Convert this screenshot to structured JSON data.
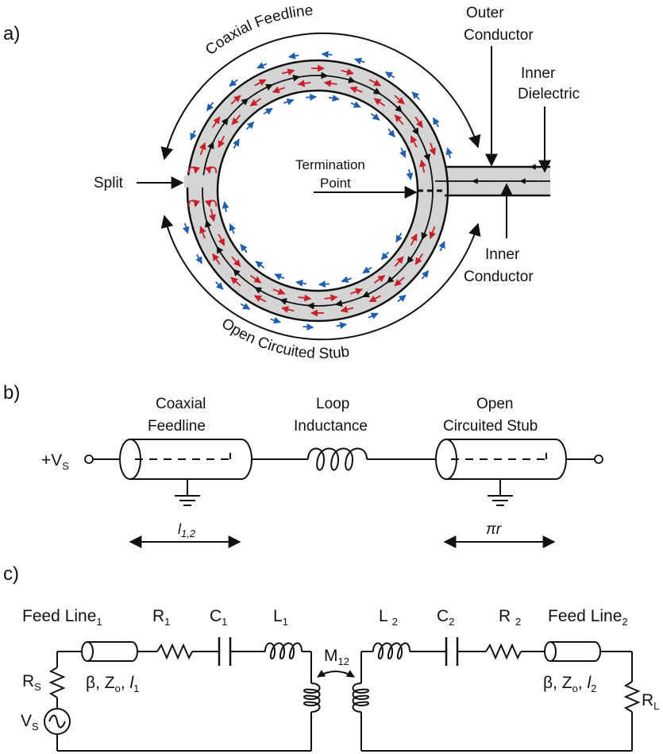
{
  "panels": {
    "a": "a)",
    "b": "b)",
    "c": "c)"
  },
  "a": {
    "coaxial_feedline": "Coaxial Feedline",
    "open_stub": "Open Circuited Stub",
    "split": "Split",
    "termination_line1": "Termination",
    "termination_line2": "Point",
    "outer_line1": "Outer",
    "outer_line2": "Conductor",
    "inner_diel_line1": "Inner",
    "inner_diel_line2": "Dielectric",
    "inner_cond_line1": "Inner",
    "inner_cond_line2": "Conductor"
  },
  "b": {
    "vs_prefix": "+V",
    "vs_sub": "S",
    "coax_line1": "Coaxial",
    "coax_line2": "Feedline",
    "loop_line1": "Loop",
    "loop_line2": "Inductance",
    "stub_line1": "Open",
    "stub_line2": "Circuited Stub",
    "l12_main": "l",
    "l12_sub": "1,2",
    "pir": "πr"
  },
  "c": {
    "feed1_main": "Feed Line",
    "feed1_sub": "1",
    "r1_main": "R",
    "r1_sub": "1",
    "c1_main": "C",
    "c1_sub": "1",
    "l1_main": "L",
    "l1_sub": "1",
    "m12_main": "M",
    "m12_sub": "12",
    "l2_main": "L ",
    "l2_sub": "2",
    "c2_main": "C",
    "c2_sub": "2",
    "r2_main": "R ",
    "r2_sub": "2",
    "feed2_main": "Feed Line",
    "feed2_sub": "2",
    "rs_main": "R",
    "rs_sub": "S",
    "vs_main": "V",
    "vs_sub": "S",
    "rl_main": "R",
    "rl_sub": "L",
    "params1_prefix": "β, Z",
    "params1_zsub": "o",
    "params1_mid": ", ",
    "params1_l": "l",
    "params1_lsub": "1",
    "params2_prefix": "β, Z",
    "params2_zsub": "o",
    "params2_mid": ", ",
    "params2_l": "l",
    "params2_lsub": "2"
  },
  "colors": {
    "line": "#111111",
    "dielectric": "#d4d4d4",
    "red_arrow": "#c8202a",
    "blue_arrow": "#1f5fae"
  }
}
